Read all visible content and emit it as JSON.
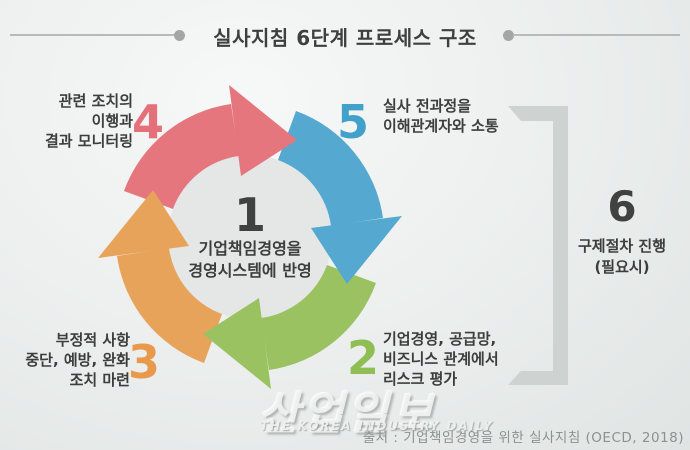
{
  "title": "실사지침 6단계 프로세스 구조",
  "colors": {
    "red": "#e5767e",
    "blue": "#55a8d0",
    "green": "#9ac261",
    "orange": "#e8a35b",
    "num_red": "#e4717a",
    "num_blue": "#42a1cb",
    "num_green": "#8fbe55",
    "num_orange": "#e8994b",
    "dark": "#3f4241",
    "bracket": "#ced2d1",
    "center_circle": "#e4e7e6"
  },
  "steps": [
    {
      "num": "1",
      "lines": [
        "기업책임경영을",
        "경영시스템에 반영"
      ]
    },
    {
      "num": "2",
      "lines": [
        "기업경영, 공급망,",
        "비즈니스 관계에서",
        "리스크 평가"
      ]
    },
    {
      "num": "3",
      "lines": [
        "부정적 사항",
        "중단, 예방, 완화",
        "조치 마련"
      ]
    },
    {
      "num": "4",
      "lines": [
        "관련 조치의",
        "이행과",
        "결과 모니터링"
      ]
    },
    {
      "num": "5",
      "lines": [
        "실사 전과정을",
        "이해관계자와 소통"
      ]
    },
    {
      "num": "6",
      "lines": [
        "구제절차 진행",
        "(필요시)"
      ]
    }
  ],
  "watermark": {
    "logo": "산업일보",
    "subtitle": "THE KOREA INDUSTRY DAILY"
  },
  "source": "출처 : 기업책임경영을 위한 실사지침 (OECD, 2018)"
}
